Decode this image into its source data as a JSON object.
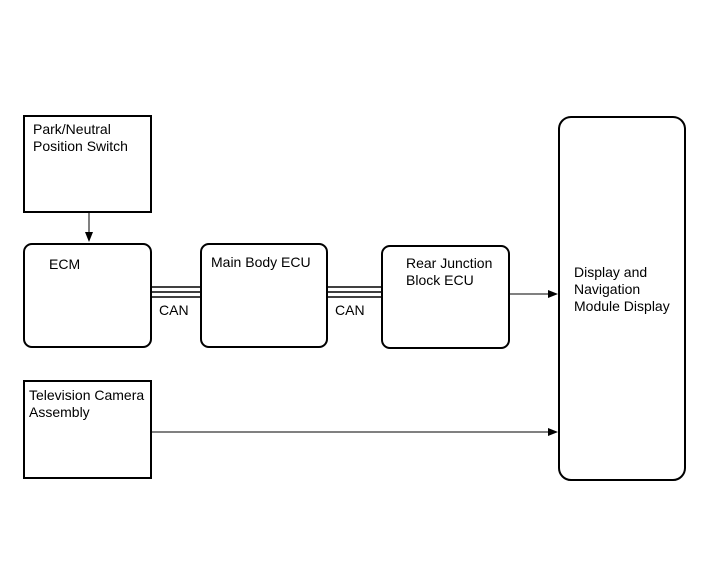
{
  "diagram": {
    "nodes": {
      "park_neutral_switch": "Park/Neutral\nPosition Switch",
      "ecm": "ECM",
      "main_body_ecu": "Main Body ECU",
      "rear_junction_block_ecu": "Rear Junction\nBlock ECU",
      "television_camera_assembly": "Television Camera\nAssembly",
      "display_navigation_module": "Display and\nNavigation\nModule Display"
    },
    "bus_labels": {
      "ecm_to_main_body": "CAN",
      "main_body_to_rear_junction": "CAN"
    },
    "connections": [
      {
        "from": "Park/Neutral Position Switch",
        "to": "ECM",
        "type": "arrow"
      },
      {
        "from": "ECM",
        "to": "Main Body ECU",
        "type": "CAN bus"
      },
      {
        "from": "Main Body ECU",
        "to": "Rear Junction Block ECU",
        "type": "CAN bus"
      },
      {
        "from": "Rear Junction Block ECU",
        "to": "Display and Navigation Module Display",
        "type": "arrow"
      },
      {
        "from": "Television Camera Assembly",
        "to": "Display and Navigation Module Display",
        "type": "arrow"
      }
    ],
    "line_color": "#000000",
    "background_color": "#ffffff"
  }
}
